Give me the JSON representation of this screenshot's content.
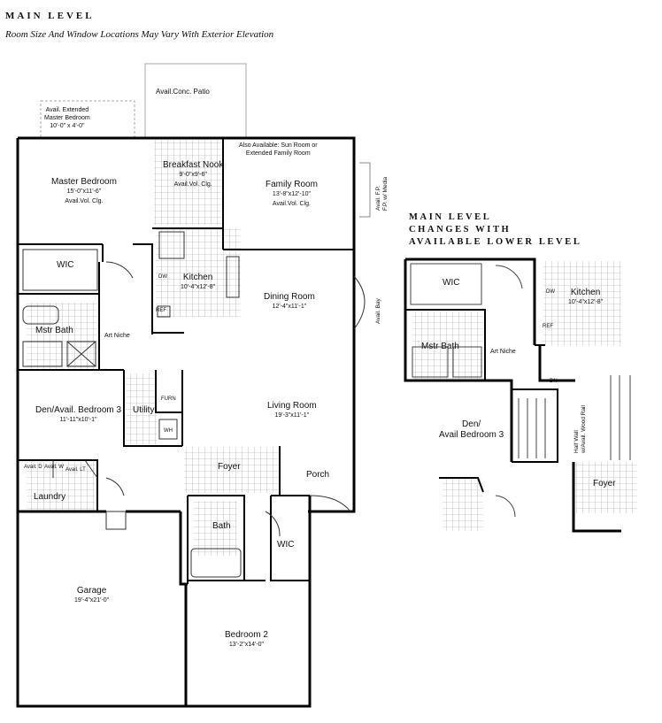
{
  "header": {
    "title": "MAIN LEVEL",
    "subtitle": "Room Size And Window Locations May Vary With Exterior Elevation"
  },
  "main_plan": {
    "patio": "Avail.Conc. Patio",
    "extended_master": [
      "Avail. Extended",
      "Master Bedroom",
      "10'-0\" x 4'-0\""
    ],
    "sun_room": [
      "Also Available: Sun Room or",
      "Extended Family Room"
    ],
    "master_bedroom": {
      "name": "Master Bedroom",
      "size": "15'-0\"x11'-6\"",
      "note": "Avail.Vol. Clg."
    },
    "breakfast_nook": {
      "name": "Breakfast Nook",
      "size": "9'-0\"x9'-6\"",
      "note": "Avail.Vol. Clg."
    },
    "family_room": {
      "name": "Family Room",
      "size": "13'-8\"x12'-10\"",
      "note": "Avail.Vol. Clg."
    },
    "fireplace": [
      "Avail. F.P.",
      "F.P. w/ Media"
    ],
    "wic": "WIC",
    "kitchen": {
      "name": "Kitchen",
      "size": "10'-4\"x12'-8\""
    },
    "dw": "DW",
    "ref": "REF",
    "dining_room": {
      "name": "Dining Room",
      "size": "12'-4\"x11'-1\""
    },
    "bay": "Avail. Bay",
    "mstr_bath": "Mstr Bath",
    "art_niche": "Art Niche",
    "den": {
      "name": "Den/Avail. Bedroom 3",
      "size": "11'-11\"x10'-1\""
    },
    "utility": "Utility",
    "furn": "FURN",
    "wh": "WH",
    "living_room": {
      "name": "Living Room",
      "size": "19'-3\"x11'-1\""
    },
    "avail_d": "Avail. D",
    "avail_w": "Avail. W",
    "avail_lt": "Avail. LT",
    "laundry": "Laundry",
    "foyer": "Foyer",
    "porch": "Porch",
    "bath": "Bath",
    "wic2": "WIC",
    "garage": {
      "name": "Garage",
      "size": "19'-4\"x21'-0\""
    },
    "bedroom2": {
      "name": "Bedroom 2",
      "size": "13'-2\"x14'-0\""
    }
  },
  "alt_plan": {
    "title_lines": [
      "MAIN LEVEL",
      "CHANGES WITH",
      "AVAILABLE LOWER LEVEL"
    ],
    "wic": "WIC",
    "kitchen": {
      "name": "Kitchen",
      "size": "10'-4\"x12'-8\""
    },
    "dw": "DW",
    "ref": "REF",
    "mstr_bath": "Mstr Bath",
    "art_niche": "Art Niche",
    "dn": "DN",
    "den": [
      "Den/",
      "Avail Bedroom 3"
    ],
    "half_wall": [
      "Half Wall",
      "w/Avail. Wood Rail"
    ],
    "foyer": "Foyer"
  }
}
